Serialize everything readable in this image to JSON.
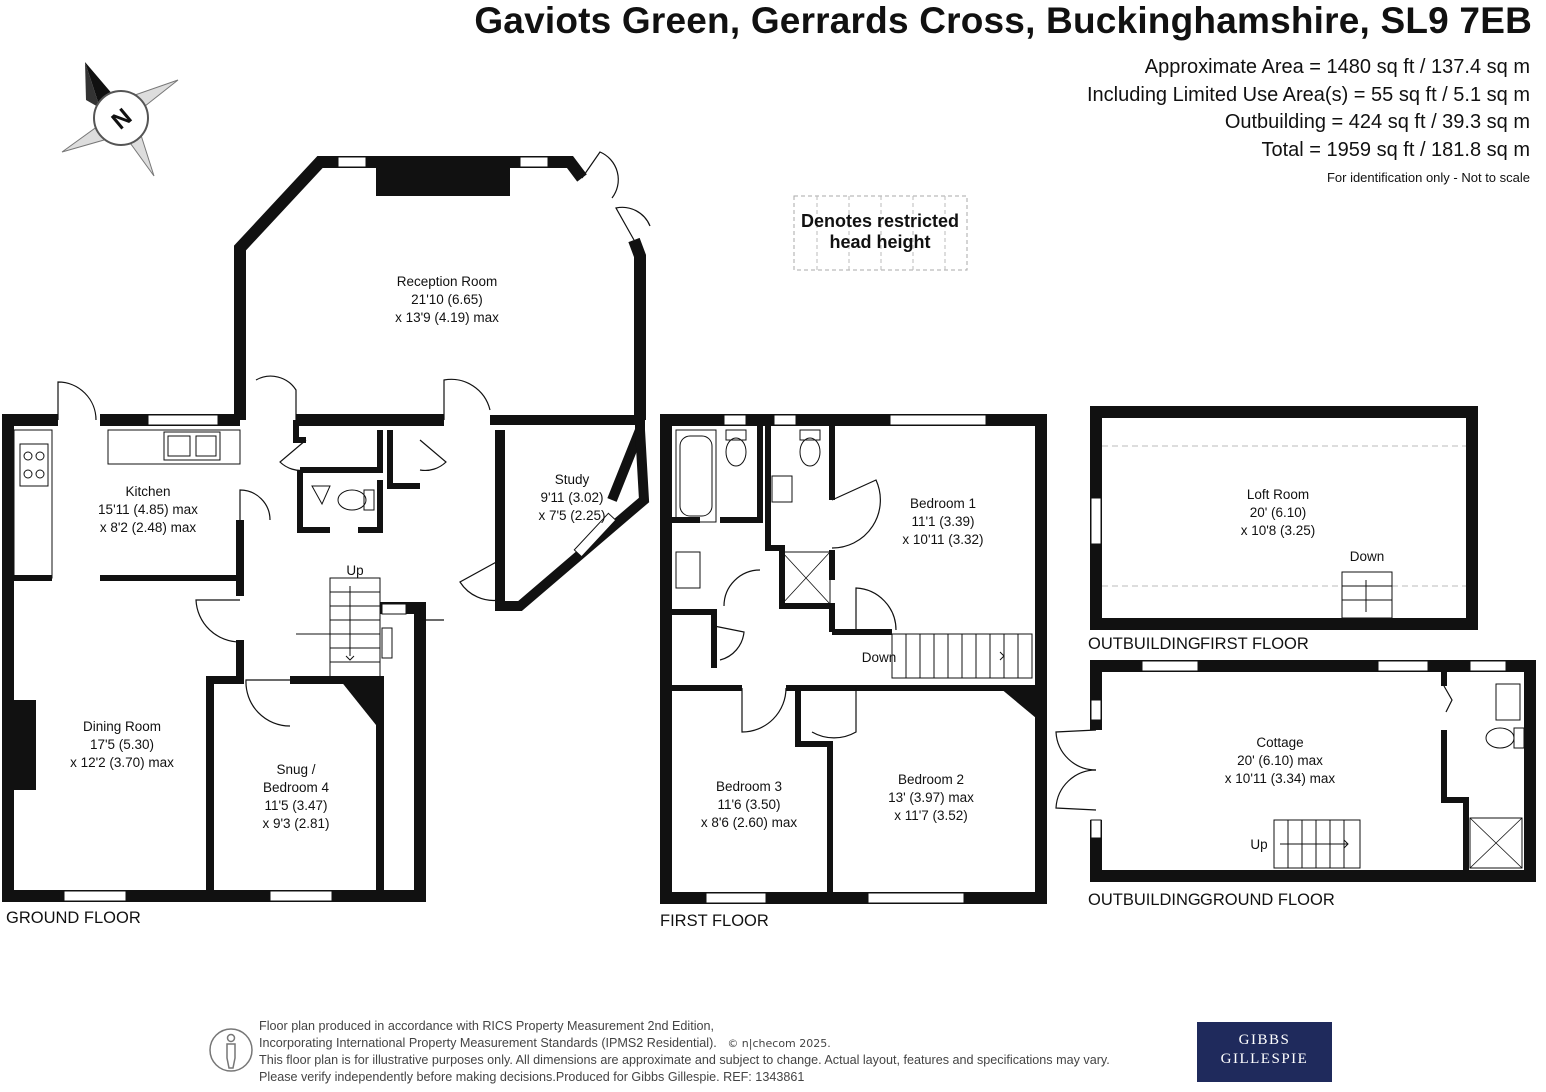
{
  "header": {
    "title": "Gaviots Green, Gerrards Cross, Buckinghamshire, SL9 7EB",
    "areas": [
      "Approximate Area = 1480 sq ft / 137.4  sq m",
      "Including Limited Use Area(s) = 55 sq ft / 5.1 sq m",
      "Outbuilding = 424 sq ft / 39.3 sq m",
      "Total = 1959 sq ft / 181.8 sq m"
    ],
    "disclaimer": "For identification only - Not to scale"
  },
  "compass": {
    "letter": "N"
  },
  "legend": {
    "line1": "Denotes restricted",
    "line2": "head height"
  },
  "ground_floor": {
    "label": "GROUND FLOOR",
    "reception": {
      "name": "Reception Room",
      "dim1": "21'10 (6.65)",
      "dim2": "x 13'9 (4.19) max"
    },
    "kitchen": {
      "name": "Kitchen",
      "dim1": "15'11 (4.85) max",
      "dim2": "x 8'2 (2.48) max"
    },
    "study": {
      "name": "Study",
      "dim1": "9'11 (3.02)",
      "dim2": "x 7'5 (2.25)"
    },
    "dining": {
      "name": "Dining Room",
      "dim1": "17'5 (5.30)",
      "dim2": "x 12'2 (3.70) max"
    },
    "snug": {
      "name1": "Snug /",
      "name2": "Bedroom 4",
      "dim1": "11'5 (3.47)",
      "dim2": "x 9'3 (2.81)"
    },
    "stairs": "Up"
  },
  "first_floor": {
    "label": "FIRST FLOOR",
    "bedroom1": {
      "name": "Bedroom 1",
      "dim1": "11'1 (3.39)",
      "dim2": "x 10'11 (3.32)"
    },
    "bedroom2": {
      "name": "Bedroom 2",
      "dim1": "13' (3.97) max",
      "dim2": "x 11'7 (3.52)"
    },
    "bedroom3": {
      "name": "Bedroom 3",
      "dim1": "11'6 (3.50)",
      "dim2": "x 8'6 (2.60) max"
    },
    "stairs": "Down"
  },
  "outbuilding_first": {
    "label_a": "OUTBUILDING",
    "label_b": "FIRST FLOOR",
    "loft": {
      "name": "Loft Room",
      "dim1": "20' (6.10)",
      "dim2": "x 10'8 (3.25)"
    },
    "stairs": "Down"
  },
  "outbuilding_ground": {
    "label_a": "OUTBUILDING",
    "label_b": "GROUND FLOOR",
    "cottage": {
      "name": "Cottage",
      "dim1": "20' (6.10) max",
      "dim2": "x 10'11 (3.34) max"
    },
    "stairs": "Up"
  },
  "footer": {
    "line1": "Floor plan produced in accordance with RICS Property Measurement 2nd Edition,",
    "line2": "Incorporating International Property Measurement Standards (IPMS2 Residential).",
    "brand": "© n|checom 2025.",
    "line3": "This floor plan is for illustrative purposes only. All dimensions are approximate and subject to change. Actual layout, features and specifications may vary.",
    "line4": "Please verify independently before making decisions.Produced for Gibbs Gillespie.   REF:  1343861"
  },
  "logo": {
    "line1": "GIBBS",
    "line2": "GILLESPIE"
  }
}
